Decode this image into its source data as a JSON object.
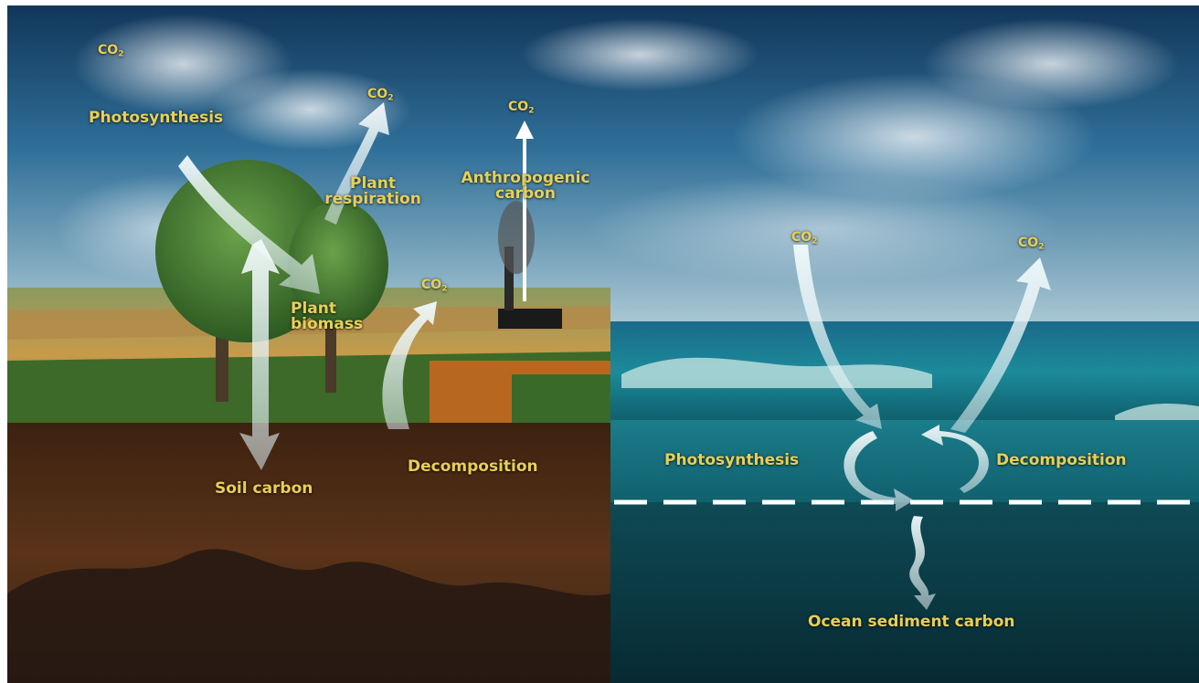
{
  "labels": {
    "co2_main": "CO",
    "co2_sub": "2",
    "land_photosynthesis": "Photosynthesis",
    "plant_respiration_1": "Plant",
    "plant_respiration_2": "respiration",
    "anthropogenic_1": "Anthropogenic",
    "anthropogenic_2": "carbon",
    "plant_biomass_1": "Plant",
    "plant_biomass_2": "biomass",
    "land_decomposition": "Decomposition",
    "soil_carbon": "Soil carbon",
    "ocean_photosynthesis": "Photosynthesis",
    "ocean_decomposition": "Decomposition",
    "ocean_sediment": "Ocean sediment carbon"
  },
  "colors": {
    "label": "#e8cf56",
    "arrow": "#e6f2f4",
    "sky_top": "#14385a",
    "soil": "#4a2a16",
    "ocean": "#0f5a68",
    "deep_ocean": "#0a3640"
  }
}
